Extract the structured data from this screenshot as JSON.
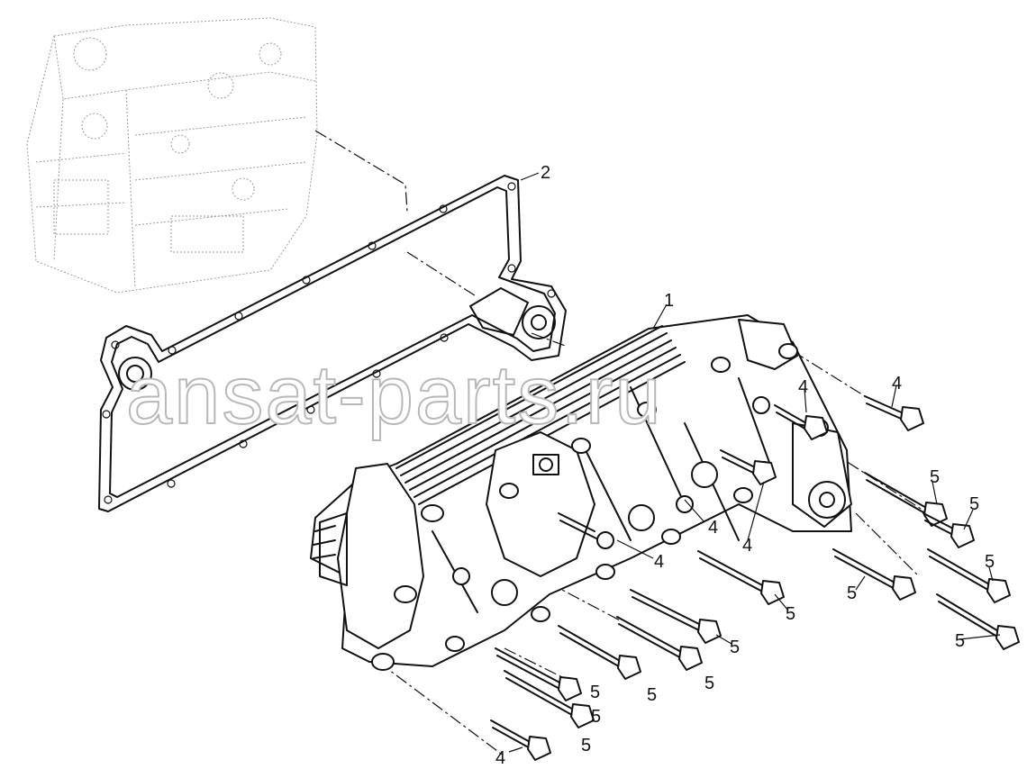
{
  "watermark": "ansat-parts.ru",
  "callouts": {
    "part_1": "1",
    "part_2": "2",
    "part_4": "4",
    "part_5": "5"
  }
}
